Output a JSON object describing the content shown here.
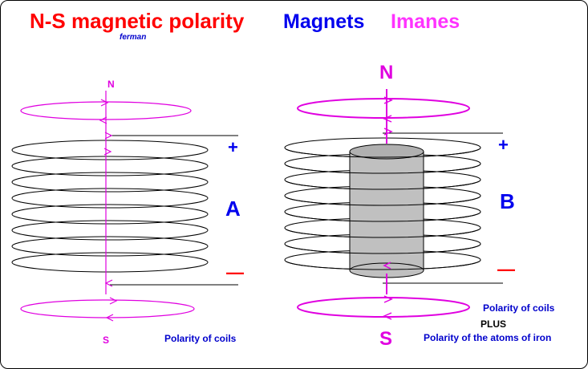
{
  "header": {
    "title": "N-S magnetic polarity",
    "author": "ferman",
    "magnets": "Magnets",
    "imanes": "Imanes"
  },
  "coil_a": {
    "north": "N",
    "south": "S",
    "plus": "+",
    "minus": "—",
    "letter": "A",
    "caption": "Polarity of coils"
  },
  "coil_b": {
    "north": "N",
    "south": "S",
    "plus": "+",
    "minus": "—",
    "letter": "B",
    "caption_line1": "Polarity of coils",
    "caption_line2": "PLUS",
    "caption_line3": "Polarity of the atoms of iron"
  },
  "colors": {
    "title": "#ff0000",
    "blue_text": "#0000ee",
    "magenta": "#ff33ff",
    "field_lines": "#e000e0",
    "coil": "#000000",
    "iron_core": "#c0c0c0"
  }
}
